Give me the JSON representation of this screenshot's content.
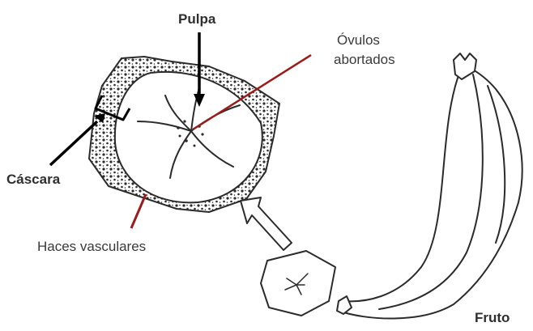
{
  "labels": {
    "pulpa": "Pulpa",
    "ovulos_line1": "Óvulos",
    "ovulos_line2": "abortados",
    "cascara": "Cáscara",
    "haces": "Haces vasculares",
    "fruto": "Fruto"
  },
  "colors": {
    "ink": "#2b2b2b",
    "label_text": "#333333",
    "pointer_red": "#9c1b1b",
    "pointer_black": "#000000",
    "background": "#ffffff"
  },
  "icons": {
    "enlarge_arrow": "hollow-arrow-icon"
  }
}
